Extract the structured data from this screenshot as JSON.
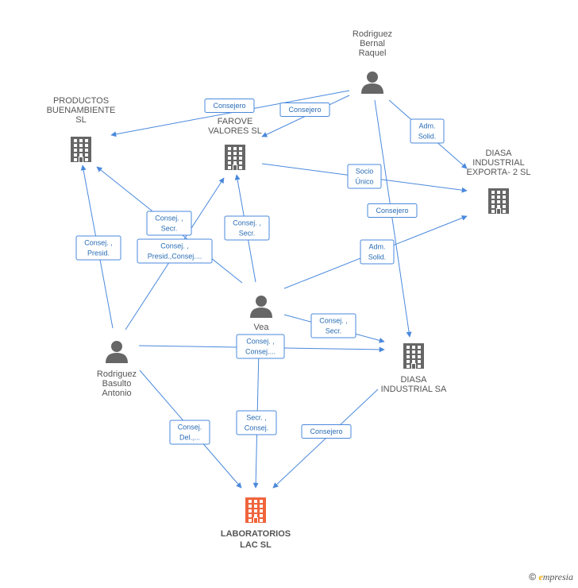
{
  "colors": {
    "edge": "#4a89dc",
    "node": "#666666",
    "focus": "#f0643c",
    "edge_text": "#2a6db5"
  },
  "nodes": [
    {
      "id": "rbr",
      "type": "person-icon",
      "lines": [
        "Rodriguez",
        "Bernal",
        "Raquel"
      ]
    },
    {
      "id": "pb",
      "type": "building-icon",
      "lines": [
        "PRODUCTOS",
        "BUENAMBIENTE",
        "SL"
      ]
    },
    {
      "id": "fv",
      "type": "building-icon",
      "lines": [
        "FAROVE",
        "VALORES SL"
      ]
    },
    {
      "id": "die",
      "type": "building-icon",
      "lines": [
        "DIASA",
        "INDUSTRIAL",
        "EXPORTA- 2 SL"
      ]
    },
    {
      "id": "vea",
      "type": "person-icon",
      "lines": [
        "Vea"
      ]
    },
    {
      "id": "rba",
      "type": "person-icon",
      "lines": [
        "Rodriguez",
        "Basulto",
        "Antonio"
      ]
    },
    {
      "id": "dis",
      "type": "building-icon",
      "lines": [
        "DIASA",
        "INDUSTRIAL SA"
      ]
    },
    {
      "id": "lac",
      "type": "building-icon",
      "focus": true,
      "lines": [
        "LABORATORIOS",
        "LAC SL"
      ]
    }
  ],
  "edges": [
    {
      "id": "e1",
      "lines": [
        "Consejero"
      ]
    },
    {
      "id": "e2",
      "lines": [
        "Consejero"
      ]
    },
    {
      "id": "e3",
      "lines": [
        "Adm.",
        "Solid."
      ]
    },
    {
      "id": "e4",
      "lines": [
        "Consejero"
      ]
    },
    {
      "id": "e5",
      "lines": [
        "Socio",
        "Único"
      ]
    },
    {
      "id": "e6",
      "lines": [
        "Consej. ,",
        "Secr."
      ]
    },
    {
      "id": "e7",
      "lines": [
        "Consej. ,",
        "Presid.,Consej...."
      ]
    },
    {
      "id": "e8",
      "lines": [
        "Consej. ,",
        "Secr."
      ]
    },
    {
      "id": "e9",
      "lines": [
        "Adm.",
        "Solid."
      ]
    },
    {
      "id": "e10",
      "lines": [
        "Consej. ,",
        "Secr."
      ]
    },
    {
      "id": "e11",
      "lines": [
        "Consej. ,",
        "Consej...."
      ]
    },
    {
      "id": "e12",
      "lines": [
        "Secr. ,",
        "Consej."
      ]
    },
    {
      "id": "e13",
      "lines": [
        "Consej. ,",
        "Presid."
      ]
    },
    {
      "id": "e14",
      "lines": [
        "Consej.",
        "Del.,..."
      ]
    },
    {
      "id": "e15",
      "lines": [
        "Consejero"
      ]
    }
  ],
  "watermark": {
    "symbol": "©",
    "brand_first": "e",
    "brand_rest": "mpresia"
  }
}
